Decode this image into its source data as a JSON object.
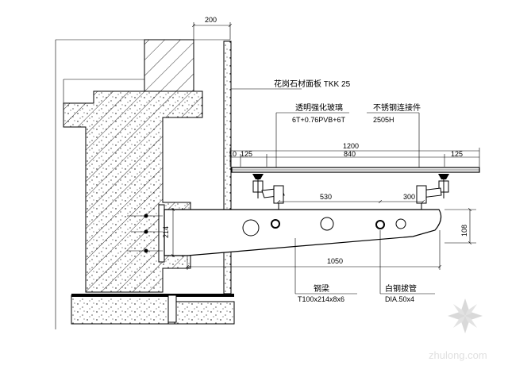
{
  "dimensions": {
    "top_width": "200",
    "panel_span": "1200",
    "left_gap": "10",
    "left_edge": "125",
    "center": "840",
    "right_edge": "125",
    "bolt_spacing": "530",
    "end_spacing": "300",
    "beam_height": "214",
    "end_height": "108",
    "beam_length": "1050"
  },
  "labels": {
    "granite": "花岗石材面板 TKK 25",
    "glass_name": "透明强化玻璃",
    "glass_spec": "6T+0.76PVB+6T",
    "connector_name": "不锈钢连接件",
    "connector_spec": "2505H",
    "beam_name": "钢梁",
    "beam_spec": "T100x214x8x6",
    "pipe_name": "白钢拔管",
    "pipe_spec": "DIA.50x4"
  },
  "watermark": {
    "site": "zhulong.com"
  }
}
